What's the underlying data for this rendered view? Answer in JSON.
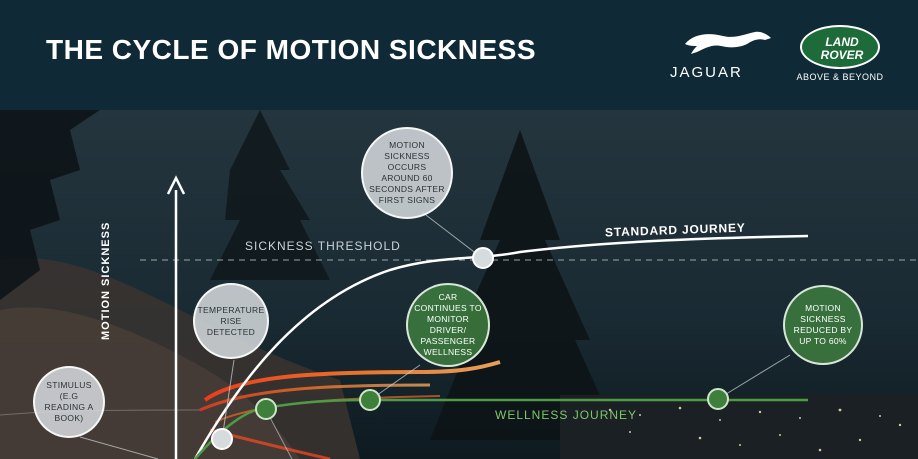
{
  "header": {
    "title": "THE CYCLE OF MOTION SICKNESS",
    "jaguar_logo_text": "JAGUAR",
    "land_rover_logo_line1": "LAND",
    "land_rover_logo_line2": "ROVER",
    "land_rover_tagline": "ABOVE & BEYOND"
  },
  "infographic": {
    "y_axis_label": "MOTION SICKNESS",
    "threshold_label": "SICKNESS THRESHOLD",
    "standard_journey_label": "STANDARD JOURNEY",
    "wellness_journey_label": "WELLNESS JOURNEY",
    "bubbles": {
      "stimulus": "STIMULUS (E.G READING A BOOK)",
      "temperature": "TEMPERATURE RISE DETECTED",
      "occurs": "MOTION SICKNESS OCCURS AROUND 60 SECONDS AFTER FIRST SIGNS",
      "monitor": "CAR CONTINUES TO MONITOR DRIVER/ PASSENGER WELLNESS",
      "reduced": "MOTION SICKNESS REDUCED BY UP TO 60%"
    }
  },
  "colors": {
    "header_bg": "#0f2a36",
    "standard_curve": "#ffffff",
    "wellness_curve": "#4f9a45",
    "threshold_line": "#9aa5aa"
  }
}
